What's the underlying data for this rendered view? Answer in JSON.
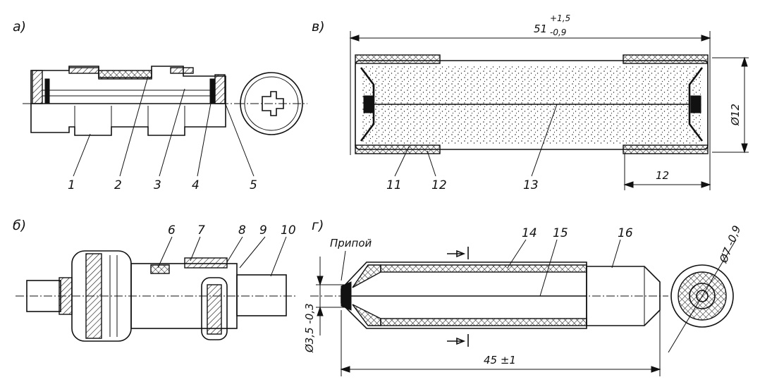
{
  "views": {
    "a": {
      "label": "а)"
    },
    "b": {
      "label": "б)"
    },
    "v": {
      "label": "в)"
    },
    "g": {
      "label": "г)"
    }
  },
  "callouts": [
    "1",
    "2",
    "3",
    "4",
    "5",
    "6",
    "7",
    "8",
    "9",
    "10",
    "11",
    "12",
    "13",
    "14",
    "15",
    "16"
  ],
  "annotations": {
    "solder": "Припой"
  },
  "dimensions": {
    "length_v": "51",
    "length_v_tol_plus": "+1,5",
    "length_v_tol_minus": "-0,9",
    "diameter_v": "Ø12",
    "cap_len": "12",
    "length_g": "45 ±1",
    "diameter_g_small": "Ø3,5 -0,3",
    "diameter_g_cap": "Ø7 -0,9"
  }
}
